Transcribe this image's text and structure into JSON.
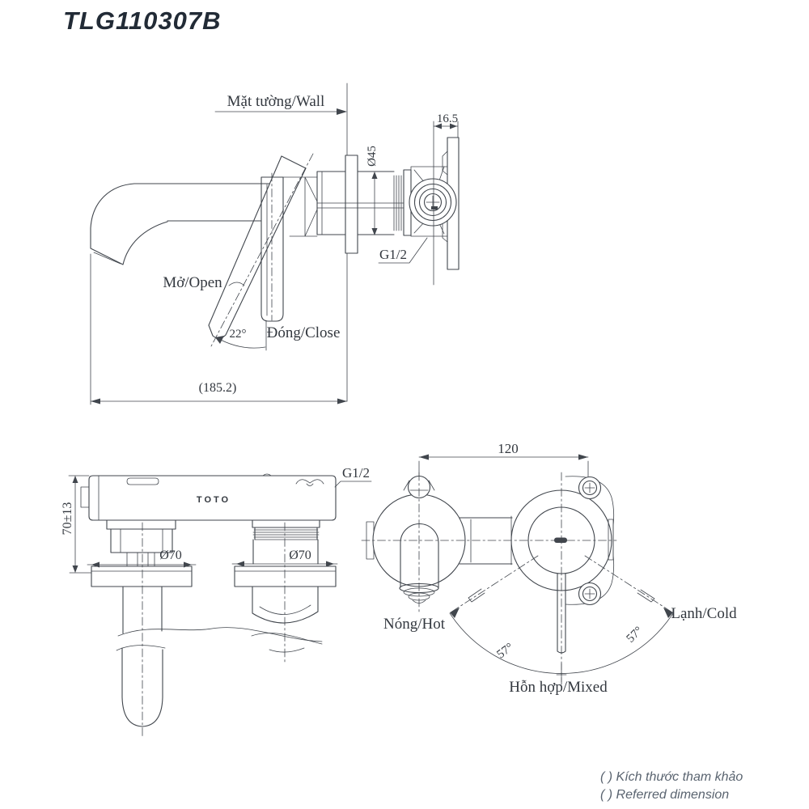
{
  "title": "TLG110307B",
  "side_view": {
    "wall_label": "Mặt tường/Wall",
    "dim_165": "16.5",
    "dim_d45": "Ø45",
    "thread_label": "G1/2",
    "open_label": "Mở/Open",
    "angle_label": "22°",
    "close_label": "Đóng/Close",
    "dim_length": "(185.2)"
  },
  "top_view": {
    "thread_label": "G1/2",
    "dim_height": "70±13",
    "dim_d70_left": "Ø70",
    "dim_d70_right": "Ø70",
    "brand": "TOTO"
  },
  "front_view": {
    "dim_120": "120",
    "hot_label": "Nóng/Hot",
    "cold_label": "Lạnh/Cold",
    "angle_left": "57°",
    "angle_right": "57°",
    "mixed_label": "Hỗn hợp/Mixed"
  },
  "footnote": {
    "line1": "( ) Kích thước tham khảo",
    "line2": "( ) Referred dimension"
  },
  "colors": {
    "line": "#41464d",
    "title": "#222b36",
    "note": "#5a6470"
  }
}
